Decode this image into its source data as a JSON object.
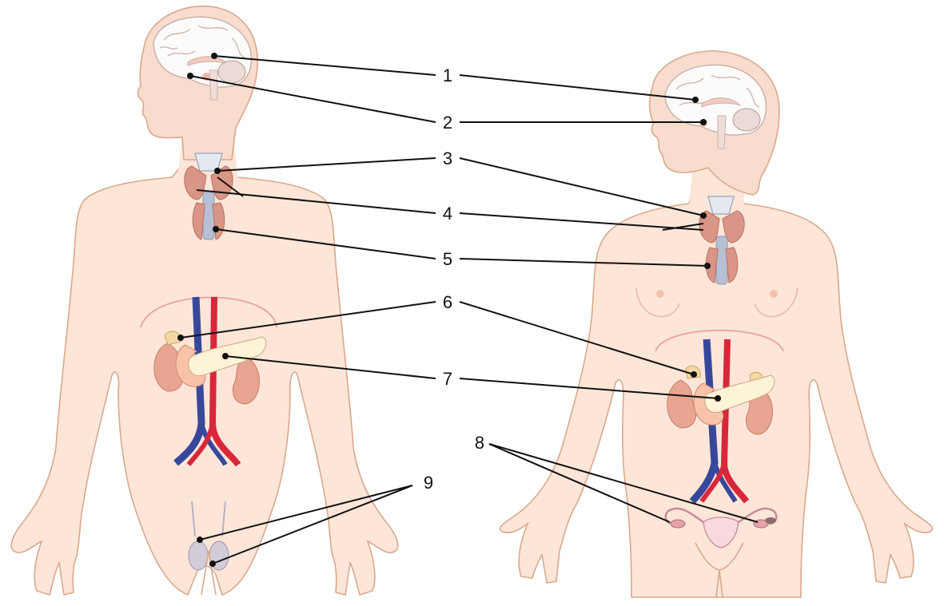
{
  "colors": {
    "skin": "#fde6d8",
    "skin_shade": "#f8d2c0",
    "outline": "#d9a88d",
    "brain": "#fdfbfa",
    "brain_fold": "#c9b3aa",
    "gland": "#d99585",
    "gland_dark": "#b8705f",
    "pancreas": "#fdf3d6",
    "kidney": "#e8a591",
    "adrenal": "#f3d9a3",
    "vein": "#37489c",
    "artery": "#d8273a",
    "trachea": "#b7bfd4",
    "gonad": "#d2ccd9",
    "line": "#111111"
  },
  "figures": [
    "male-body",
    "female-body"
  ],
  "labels": [
    {
      "id": "1",
      "text": "1"
    },
    {
      "id": "2",
      "text": "2"
    },
    {
      "id": "3",
      "text": "3"
    },
    {
      "id": "4",
      "text": "4"
    },
    {
      "id": "5",
      "text": "5"
    },
    {
      "id": "6",
      "text": "6"
    },
    {
      "id": "7",
      "text": "7"
    },
    {
      "id": "8",
      "text": "8"
    },
    {
      "id": "9",
      "text": "9"
    }
  ]
}
